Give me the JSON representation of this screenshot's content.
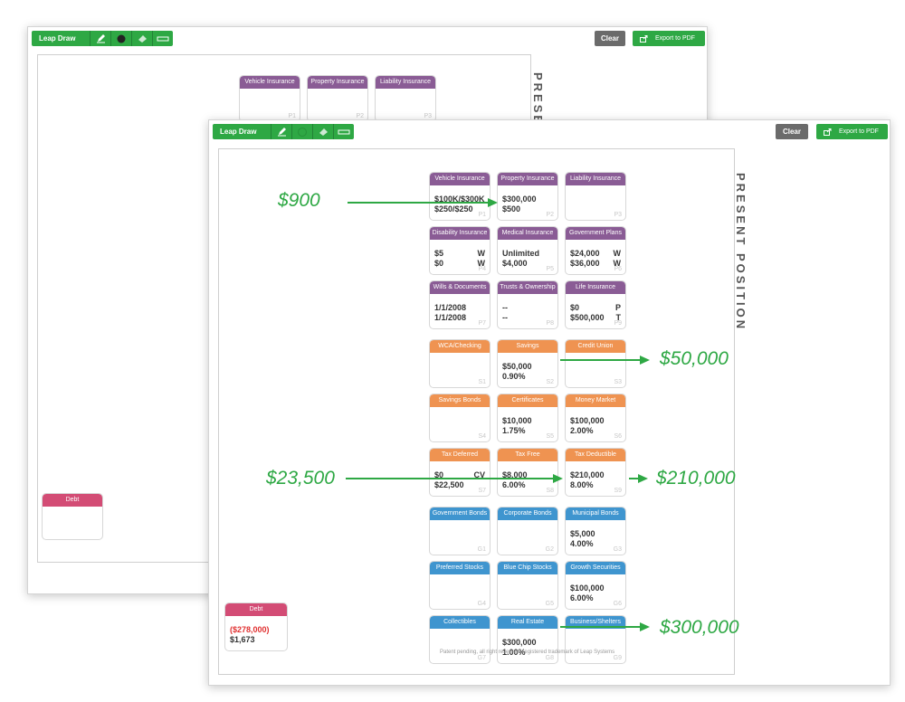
{
  "toolbar": {
    "title": "Leap Draw"
  },
  "buttons": {
    "clear": "Clear",
    "export": "Export to PDF"
  },
  "colors": {
    "green": "#2ea844",
    "purple": "#8a5c95",
    "orange": "#ef9351",
    "blue": "#3f95cf",
    "pink": "#d34c75"
  },
  "side_label": "PRESENT POSITION",
  "side_label_back": "PRESE",
  "footer": "Patent pending, all right reserved, registered trademark of Leap Systems",
  "back_cards": [
    {
      "title": "Vehicle Insurance",
      "code": "P1"
    },
    {
      "title": "Property Insurance",
      "code": "P2"
    },
    {
      "title": "Liability Insurance",
      "code": "P3"
    }
  ],
  "back_debt": {
    "title": "Debt"
  },
  "cards": [
    {
      "title": "Vehicle Insurance",
      "color": "purple",
      "code": "P1",
      "line1": "$100K/$300K",
      "line2": "$250/$250"
    },
    {
      "title": "Property Insurance",
      "color": "purple",
      "code": "P2",
      "line1": "$300,000",
      "line2": "$500"
    },
    {
      "title": "Liability Insurance",
      "color": "purple",
      "code": "P3"
    },
    {
      "title": "Disability Insurance",
      "color": "purple",
      "code": "P4",
      "line1": "$5",
      "line1b": "W",
      "line2": "$0",
      "line2b": "W"
    },
    {
      "title": "Medical Insurance",
      "color": "purple",
      "code": "P5",
      "line1": "Unlimited",
      "line2": "$4,000"
    },
    {
      "title": "Government Plans",
      "color": "purple",
      "code": "P6",
      "line1": "$24,000",
      "line1b": "W",
      "line2": "$36,000",
      "line2b": "W"
    },
    {
      "title": "Wills & Documents",
      "color": "purple",
      "code": "P7",
      "line1": "1/1/2008",
      "line2": "1/1/2008"
    },
    {
      "title": "Trusts & Ownership",
      "color": "purple",
      "code": "P8",
      "line1": "--",
      "line2": "--"
    },
    {
      "title": "Life Insurance",
      "color": "purple",
      "code": "P9",
      "line1": "$0",
      "line1b": "P",
      "line2": "$500,000",
      "line2b": "T"
    },
    {
      "title": "WCA/Checking",
      "color": "orange",
      "code": "S1"
    },
    {
      "title": "Savings",
      "color": "orange",
      "code": "S2",
      "line1": "$50,000",
      "line2": "0.90%"
    },
    {
      "title": "Credit Union",
      "color": "orange",
      "code": "S3"
    },
    {
      "title": "Savings Bonds",
      "color": "orange",
      "code": "S4"
    },
    {
      "title": "Certificates",
      "color": "orange",
      "code": "S5",
      "line1": "$10,000",
      "line2": "1.75%"
    },
    {
      "title": "Money Market",
      "color": "orange",
      "code": "S6",
      "line1": "$100,000",
      "line2": "2.00%"
    },
    {
      "title": "Tax Deferred",
      "color": "orange",
      "code": "S7",
      "line1": "$0",
      "line1b": "CV",
      "line2": "$22,500"
    },
    {
      "title": "Tax Free",
      "color": "orange",
      "code": "S8",
      "line1": "$8,000",
      "line2": "6.00%"
    },
    {
      "title": "Tax Deductible",
      "color": "orange",
      "code": "S9",
      "line1": "$210,000",
      "line2": "8.00%"
    },
    {
      "title": "Government Bonds",
      "color": "blue",
      "code": "G1"
    },
    {
      "title": "Corporate Bonds",
      "color": "blue",
      "code": "G2"
    },
    {
      "title": "Municipal Bonds",
      "color": "blue",
      "code": "G3",
      "line1": "$5,000",
      "line2": "4.00%"
    },
    {
      "title": "Preferred Stocks",
      "color": "blue",
      "code": "G4"
    },
    {
      "title": "Blue Chip Stocks",
      "color": "blue",
      "code": "G5"
    },
    {
      "title": "Growth Securities",
      "color": "blue",
      "code": "G6",
      "line1": "$100,000",
      "line2": "6.00%"
    },
    {
      "title": "Collectibles",
      "color": "blue",
      "code": "G7"
    },
    {
      "title": "Real Estate",
      "color": "blue",
      "code": "G8",
      "line1": "$300,000",
      "line2": "1.00%"
    },
    {
      "title": "Business/Shelters",
      "color": "blue",
      "code": "G9"
    }
  ],
  "debt": {
    "title": "Debt",
    "line1": "($278,000)",
    "line2": "$1,673"
  },
  "annotations": {
    "a900": "$900",
    "a50000": "$50,000",
    "a23500": "$23,500",
    "a210000": "$210,000",
    "a300000": "$300,000"
  }
}
